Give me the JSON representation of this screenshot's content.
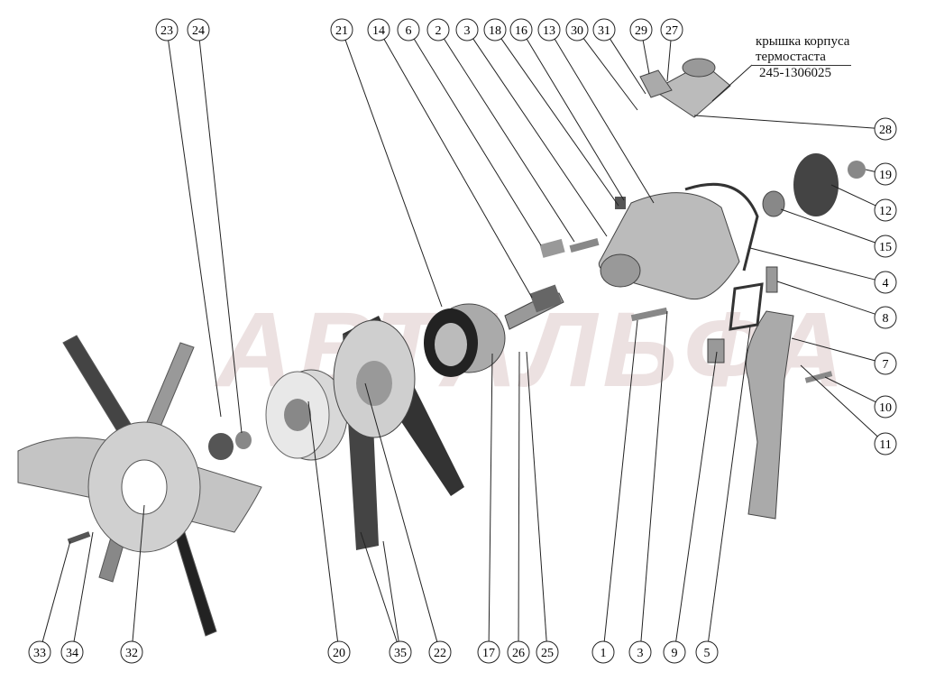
{
  "title_block": {
    "line1": "крышка корпуса",
    "line2": "термостаста",
    "part_number": "245-1306025"
  },
  "watermark": "АВТАЛЬФА",
  "callouts": [
    "23",
    "24",
    "21",
    "14",
    "6",
    "2",
    "3",
    "18",
    "16",
    "13",
    "30",
    "31",
    "29",
    "27",
    "28",
    "19",
    "12",
    "15",
    "4",
    "8",
    "7",
    "10",
    "11",
    "33",
    "34",
    "32",
    "20",
    "35",
    "22",
    "17",
    "26",
    "25",
    "1",
    "3",
    "9",
    "5"
  ],
  "colors": {
    "line": "#222222",
    "part": "#9a9a9a",
    "part_dark": "#3a3a3a",
    "watermark": "#c8a8a8"
  }
}
